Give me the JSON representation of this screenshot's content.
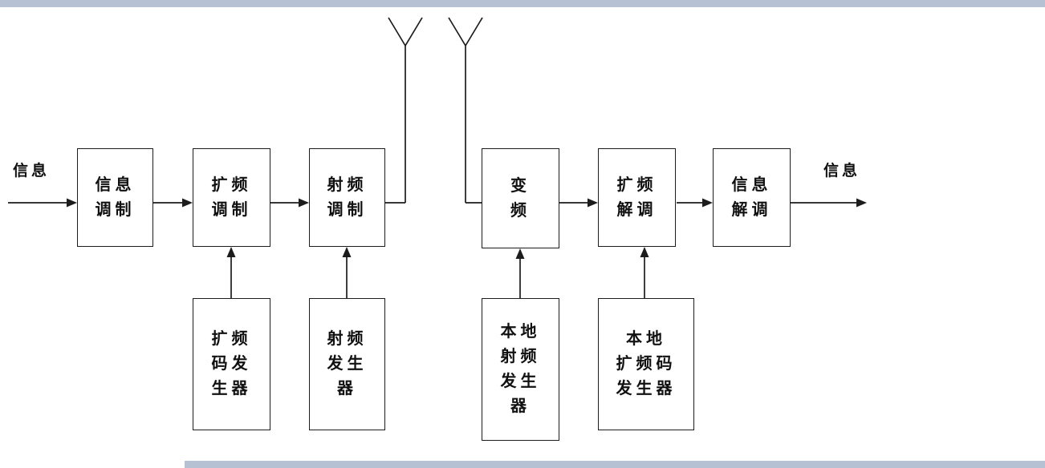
{
  "page": {
    "background": "#ffffff",
    "edge_strip_color": "#b6c2d4",
    "line_color": "#1c1c1c"
  },
  "diagram": {
    "description_labels": {
      "input_label": "信息",
      "output_label": "信息"
    },
    "blocks": {
      "info_mod": "信息\n调制",
      "spread_mod": "扩频\n调制",
      "rf_mod": "射频\n调制",
      "freq_conv": "变\n频",
      "spread_demod": "扩频\n解调",
      "info_demod": "信息\n解调",
      "spread_code_gen": "扩频\n码发\n生器",
      "rf_gen": "射频\n发生\n器",
      "local_rf_gen": "本地\n射频\n发生\n器",
      "local_spread_code_gen": "本地\n扩频码\n发生器"
    },
    "icons": {
      "transmit_antenna": "antenna-icon",
      "receive_antenna": "antenna-icon"
    }
  }
}
